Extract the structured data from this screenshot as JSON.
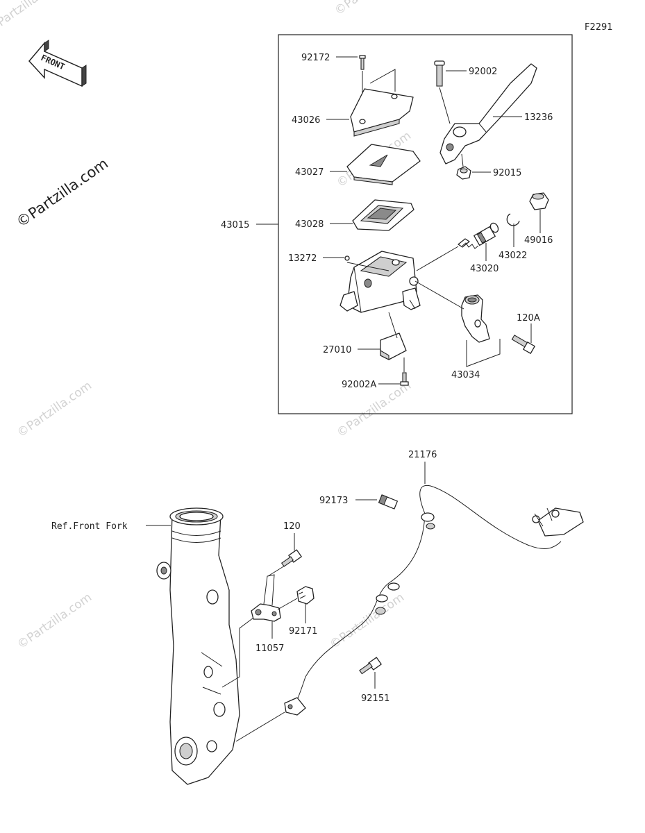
{
  "figure_code": "F2291",
  "front_arrow_label": "FRONT",
  "watermarks": {
    "brand": "©Partzilla.com",
    "brand_large": "©Partzilla.com"
  },
  "reference_label": "Ref.Front Fork",
  "assembly": {
    "number": "43015"
  },
  "parts": [
    {
      "key": "p92172",
      "number": "92172"
    },
    {
      "key": "p43026",
      "number": "43026"
    },
    {
      "key": "p43027",
      "number": "43027"
    },
    {
      "key": "p43028",
      "number": "43028"
    },
    {
      "key": "p13272",
      "number": "13272"
    },
    {
      "key": "p27010",
      "number": "27010"
    },
    {
      "key": "p92002A",
      "number": "92002A"
    },
    {
      "key": "p92002",
      "number": "92002"
    },
    {
      "key": "p13236",
      "number": "13236"
    },
    {
      "key": "p92015",
      "number": "92015"
    },
    {
      "key": "p49016",
      "number": "49016"
    },
    {
      "key": "p43022",
      "number": "43022"
    },
    {
      "key": "p43020",
      "number": "43020"
    },
    {
      "key": "p120A",
      "number": "120A"
    },
    {
      "key": "p43034",
      "number": "43034"
    },
    {
      "key": "p21176",
      "number": "21176"
    },
    {
      "key": "p92173",
      "number": "92173"
    },
    {
      "key": "p120",
      "number": "120"
    },
    {
      "key": "p92171",
      "number": "92171"
    },
    {
      "key": "p11057",
      "number": "11057"
    },
    {
      "key": "p92151",
      "number": "92151"
    }
  ]
}
